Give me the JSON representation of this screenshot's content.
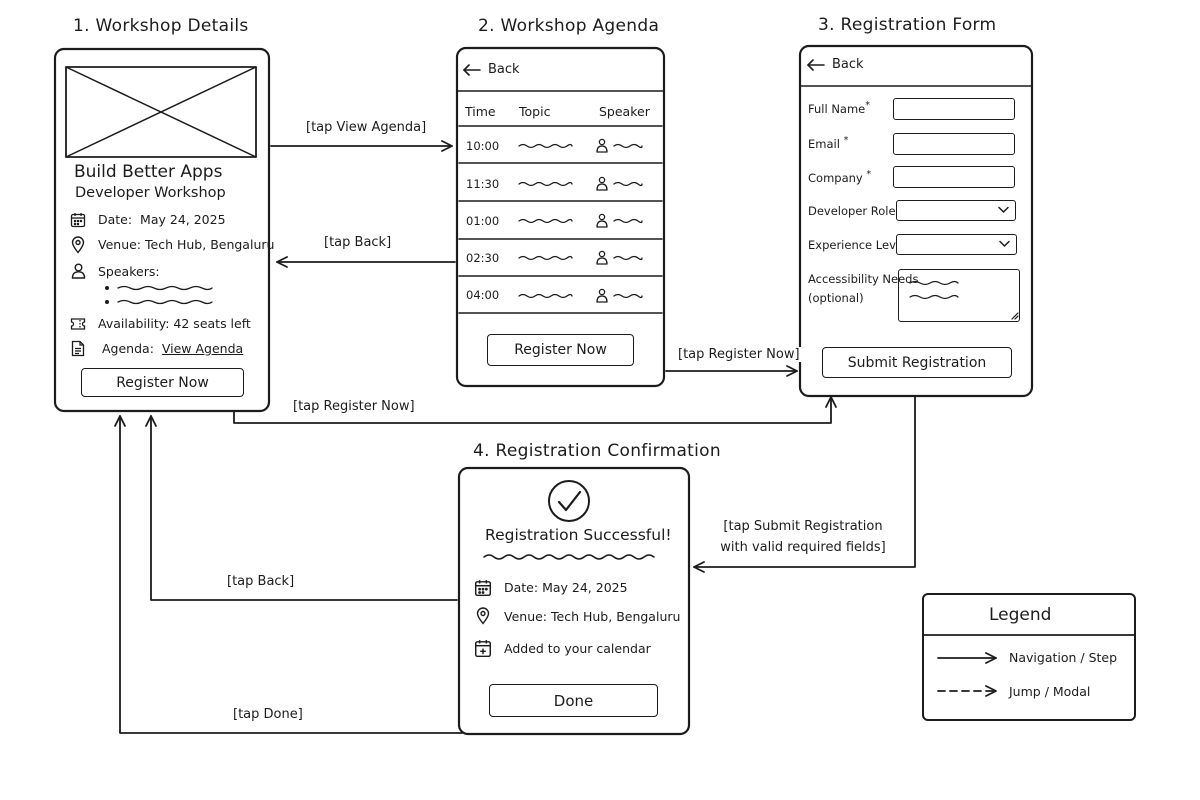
{
  "screens": {
    "workshop_details": {
      "title": "1. Workshop Details",
      "headline": "Build Better Apps",
      "subheadline": "Developer Workshop",
      "date_label": "Date:",
      "date_value": "May 24, 2025",
      "venue_label": "Venue:",
      "venue_value": "Tech Hub, Bengaluru",
      "speakers_label": "Speakers:",
      "availability_label": "Availability:",
      "availability_value": "42 seats left",
      "agenda_label": "Agenda:",
      "agenda_link": "View Agenda",
      "register_button": "Register Now"
    },
    "workshop_agenda": {
      "title": "2. Workshop Agenda",
      "back_label": "Back",
      "columns": [
        "Time",
        "Topic",
        "Speaker"
      ],
      "rows": [
        {
          "time": "10:00"
        },
        {
          "time": "11:30"
        },
        {
          "time": "01:00"
        },
        {
          "time": "02:30"
        },
        {
          "time": "04:00"
        }
      ],
      "register_button": "Register Now"
    },
    "registration_form": {
      "title": "3. Registration Form",
      "back_label": "Back",
      "fields": [
        {
          "label": "Full Name",
          "required": "*",
          "kind": "text"
        },
        {
          "label": "Email",
          "required": "*",
          "kind": "text"
        },
        {
          "label": "Company",
          "required": "*",
          "kind": "text"
        },
        {
          "label": "Developer Role",
          "required": "*",
          "kind": "select"
        },
        {
          "label": "Experience Level",
          "required": "*",
          "kind": "select"
        }
      ],
      "accessibility_label": "Accessibility Needs",
      "accessibility_note": "(optional)",
      "submit_button": "Submit Registration"
    },
    "registration_confirmation": {
      "title": "4. Registration Confirmation",
      "success_heading": "Registration Successful!",
      "date_label": "Date:",
      "date_value": "May 24, 2025",
      "venue_label": "Venue:",
      "venue_value": "Tech Hub, Bengaluru",
      "calendar_text": "Added to your calendar",
      "done_button": "Done"
    }
  },
  "transitions": {
    "view_agenda": "[tap View Agenda]",
    "back_to_details": "[tap Back]",
    "register_from_agenda": "[tap Register Now]",
    "register_from_details": "[tap Register Now]",
    "submit_line1": "[tap Submit Registration",
    "submit_line2": "with valid required fields]",
    "back_from_confirmation": "[tap Back]",
    "done": "[tap Done]"
  },
  "legend": {
    "title": "Legend",
    "solid": "Navigation / Step",
    "dashed": "Jump / Modal"
  },
  "icons": {
    "calendar": "calendar-icon",
    "pin": "location-pin-icon",
    "person": "person-icon",
    "ticket": "ticket-icon",
    "document": "document-icon",
    "check": "check-circle-icon",
    "calendar_add": "calendar-add-icon",
    "back_arrow": "back-arrow-icon",
    "chevron": "chevron-down-icon"
  }
}
